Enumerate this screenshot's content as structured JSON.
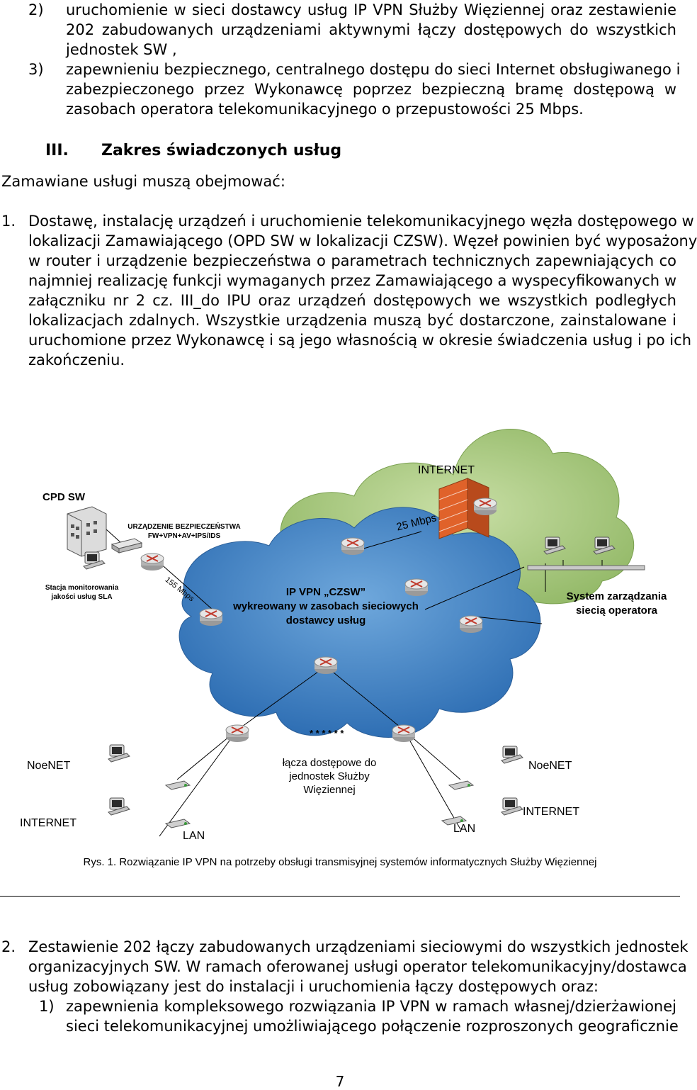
{
  "top_list": {
    "item2_num": "2)",
    "item2_lines": [
      "uruchomienie w sieci dostawcy usług IP VPN Służby Więziennej oraz zestawienie",
      "202 zabudowanych urządzeniami aktywnymi łączy dostępowych do wszystkich",
      "jednostek SW ,"
    ],
    "item3_num": "3)",
    "item3_lines": [
      "zapewnieniu bezpiecznego, centralnego dostępu do sieci Internet obsługiwanego i",
      "zabezpieczonego przez Wykonawcę  poprzez bezpieczną bramę dostępową w",
      "zasobach operatora telekomunikacyjnego o przepustowości 25 Mbps."
    ]
  },
  "section": {
    "number": "III.",
    "title": "Zakres świadczonych usług",
    "intro": "Zamawiane usługi muszą obejmować:"
  },
  "item1": {
    "num": "1.",
    "lines": [
      "Dostawę, instalację urządzeń i uruchomienie telekomunikacyjnego węzła dostępowego w",
      "lokalizacji Zamawiającego (OPD SW w lokalizacji CZSW). Węzeł powinien być wyposażony",
      "w router i urządzenie bezpieczeństwa o parametrach technicznych zapewniających co",
      "najmniej realizację funkcji wymaganych przez Zamawiającego a wyspecyfikowanych w",
      "załączniku nr 2 cz. III_do IPU oraz urządzeń dostępowych we wszystkich  podległych",
      "lokalizacjach zdalnych. Wszystkie urządzenia muszą być dostarczone, zainstalowane i",
      "uruchomione przez Wykonawcę i są jego własnością w okresie świadczenia usług i po ich",
      "zakończeniu."
    ]
  },
  "diagram": {
    "internet": "INTERNET",
    "cpd": "CPD SW",
    "security_device": [
      "URZĄDZENIE BEZPIECZEŃSTWA",
      "FW+VPN+AV+IPS/IDS"
    ],
    "bw_25": "25 Mbps",
    "bw_155": "155 Mbps",
    "monitoring": [
      "Stacja monitorowania",
      "jakości usług SLA"
    ],
    "vpn_cloud": [
      "IP VPN „CZSW”",
      "wykreowany w zasobach sieciowych",
      "dostawcy usług"
    ],
    "mgmt": [
      "System zarządzania",
      "siecią operatora"
    ],
    "stars": "* * * * * *",
    "noenet_left": "NoeNET",
    "noenet_right": "NoeNET",
    "internet_left": "INTERNET",
    "internet_right": "INTERNET",
    "access_links": [
      "łącza dostępowe do",
      "jednostek Służby",
      "Więziennej"
    ],
    "lan_left": "LAN",
    "lan_right": "LAN"
  },
  "caption": "Rys. 1.  Rozwiązanie  IP VPN na potrzeby obsługi transmisyjnej  systemów  informatycznych Służby Więziennej",
  "item2": {
    "num": "2.",
    "lines": [
      "Zestawienie 202 łączy zabudowanych urządzeniami sieciowymi do wszystkich jednostek",
      "organizacyjnych SW. W ramach oferowanej usługi operator telekomunikacyjny/dostawca",
      "usług zobowiązany jest do instalacji i uruchomienia łączy dostępowych oraz:"
    ],
    "sub_num": "1)",
    "sub_lines": [
      "zapewnienia kompleksowego rozwiązania IP VPN w ramach własnej/dzierżawionej",
      "sieci telekomunikacyjnej umożliwiającego połączenie rozproszonych geograficznie"
    ]
  },
  "page_number": "7",
  "colors": {
    "cloud_blue": "#3f82c6",
    "cloud_green": "#a8c87c",
    "firewall": "#e0622a",
    "router": "#c8c8c8"
  }
}
